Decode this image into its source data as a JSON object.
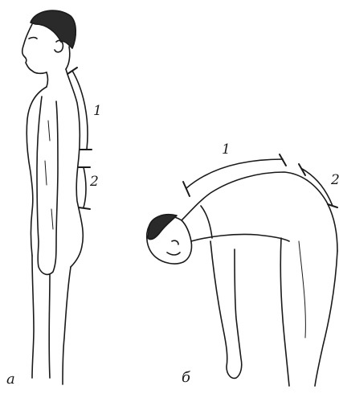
{
  "labels": {
    "standing_upper_bracket": "1",
    "standing_lower_bracket": "2",
    "bent_upper_bracket": "1",
    "bent_lower_bracket": "2"
  },
  "captions": {
    "left_figure": "а",
    "right_figure": "б"
  },
  "colors": {
    "ink": "#1a1a1a",
    "background": "#ffffff"
  }
}
